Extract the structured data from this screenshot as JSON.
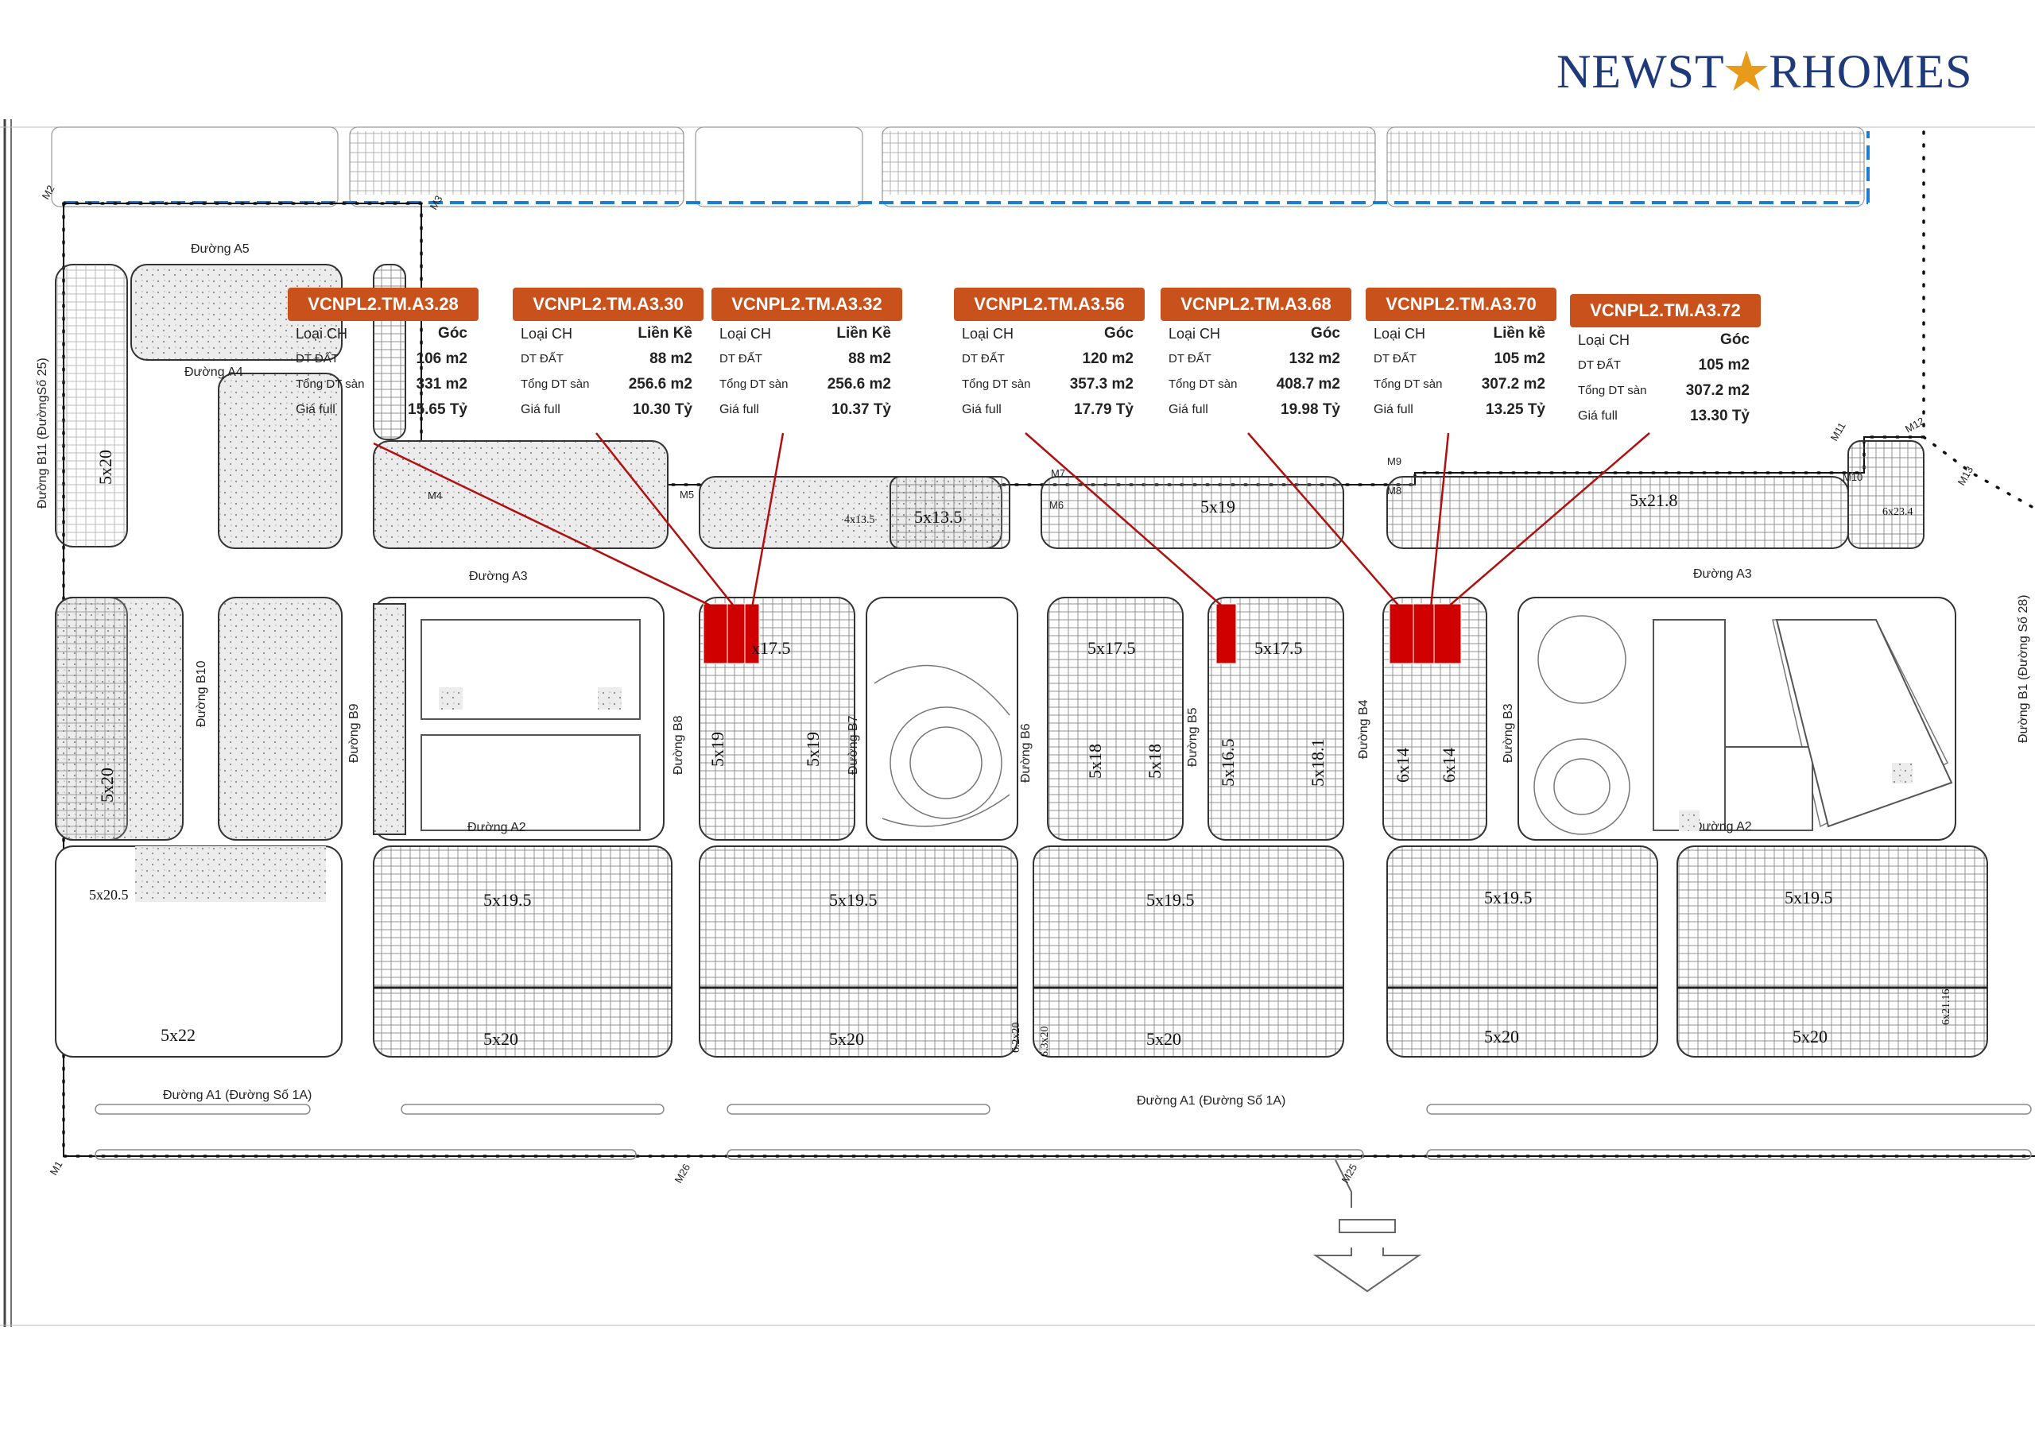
{
  "brand": {
    "prefix": "NEWST",
    "suffix": "RHOMES",
    "accent": "#e89a1a",
    "color": "#1f3a7a"
  },
  "colors": {
    "card": "#c9511c",
    "highlight": "#d00000",
    "leader": "#b01010",
    "boundary": "#111111",
    "canal": "#1a7fd4"
  },
  "cards": [
    {
      "code": "VCNPL2.TM.A3.28",
      "loai": "Góc",
      "dt_dat": "106 m2",
      "tong_dt": "331 m2",
      "gia": "15.65 Tỷ"
    },
    {
      "code": "VCNPL2.TM.A3.30",
      "loai": "Liền Kề",
      "dt_dat": "88 m2",
      "tong_dt": "256.6 m2",
      "gia": "10.30 Tỷ"
    },
    {
      "code": "VCNPL2.TM.A3.32",
      "loai": "Liền Kề",
      "dt_dat": "88 m2",
      "tong_dt": "256.6 m2",
      "gia": "10.37 Tỷ"
    },
    {
      "code": "VCNPL2.TM.A3.56",
      "loai": "Góc",
      "dt_dat": "120 m2",
      "tong_dt": "357.3 m2",
      "gia": "17.79 Tỷ"
    },
    {
      "code": "VCNPL2.TM.A3.68",
      "loai": "Góc",
      "dt_dat": "132 m2",
      "tong_dt": "408.7 m2",
      "gia": "19.98 Tỷ"
    },
    {
      "code": "VCNPL2.TM.A3.70",
      "loai": "Liền kề",
      "dt_dat": "105 m2",
      "tong_dt": "307.2 m2",
      "gia": "13.25 Tỷ"
    },
    {
      "code": "VCNPL2.TM.A3.72",
      "loai": "Góc",
      "dt_dat": "105 m2",
      "tong_dt": "307.2 m2",
      "gia": "13.30 Tỷ"
    }
  ],
  "card_labels": {
    "loai": "Loại CH",
    "dt_dat": "DT ĐẤT",
    "tong_dt": "Tổng DT sàn",
    "gia": "Giá full"
  },
  "roads": {
    "a5": "Đường A5",
    "a4": "Đường A4",
    "a3": "Đường A3",
    "a3b": "Đường A3",
    "a2": "Đường A2",
    "a2b": "Đường A2",
    "a1": "Đường A1 (Đường Số 1A)",
    "a1b": "Đường A1 (Đường Số 1A)",
    "b11": "Đường B11 (ĐườngSố 25)",
    "b10": "Đường B10",
    "b9": "Đường B9",
    "b8": "Đường B8",
    "b7": "Đường B7",
    "b6": "Đường B6",
    "b5": "Đường B5",
    "b4": "Đường B4",
    "b3": "Đường B3",
    "b1": "Đường B1 (Đường Số 28)"
  },
  "markers": [
    "M2",
    "M3",
    "M4",
    "M5",
    "M6",
    "M7",
    "M8",
    "M9",
    "M10",
    "M11",
    "M12",
    "M13",
    "M1",
    "M26",
    "M25"
  ],
  "lots": {
    "l1": "5x20",
    "l2": "5x20",
    "l3": "5x13.5",
    "l4": "4x13.5",
    "l5": "5x19",
    "l6": "5x21.8",
    "l7": "6x23.4",
    "l8": "x17.5",
    "l9": "5x19",
    "l10": "5x19",
    "l11": "5x17.5",
    "l12": "5x18",
    "l13": "5x18",
    "l14": "5x17.5",
    "l15": "5x16.5",
    "l16": "5x18.1",
    "l17": "6x14",
    "l18": "6x14",
    "l19": "5x20.5",
    "l20": "5x22",
    "l21": "5x19.5",
    "l22": "5x20",
    "l23": "5x19.5",
    "l24": "5x20",
    "l25": "5x19.5",
    "l26": "5x20",
    "l27": "5x19.5",
    "l28": "5x20",
    "l29": "5x19.5",
    "l30": "5x20",
    "l31": "6.2x20",
    "l32": "6.3x20",
    "l33": "6x21.16"
  }
}
